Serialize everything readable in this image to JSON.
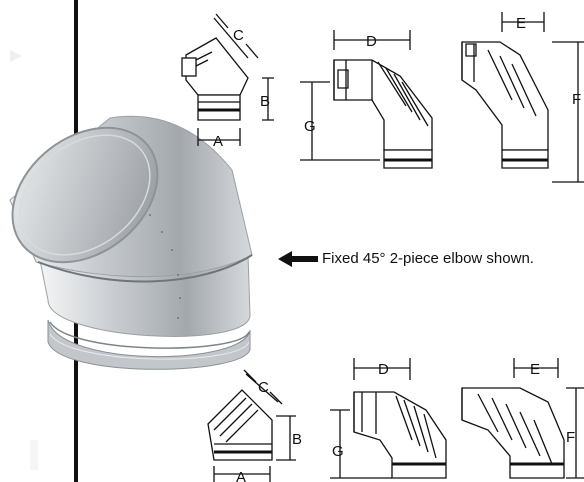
{
  "caption": "Fixed 45° 2-piece elbow shown.",
  "dimension_labels": {
    "A": "A",
    "B": "B",
    "C": "C",
    "D": "D",
    "E": "E",
    "F": "F",
    "G": "G"
  },
  "colors": {
    "line": "#111111",
    "metal_light": "#e6e8ea",
    "metal_mid": "#b9bdc1",
    "metal_dark": "#7d8287"
  }
}
